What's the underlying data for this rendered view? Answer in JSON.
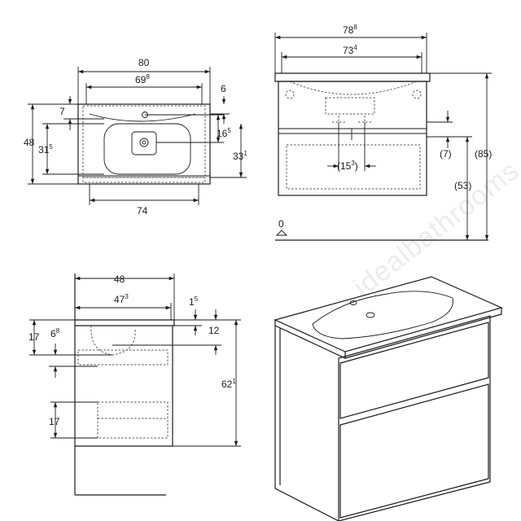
{
  "watermark": "idealbathrooms.com",
  "top_view": {
    "width_total": {
      "main": "80",
      "sup": ""
    },
    "width_basin": {
      "main": "69",
      "sup": "8"
    },
    "width_bottom": {
      "main": "74",
      "sup": ""
    },
    "right_offset": {
      "main": "6",
      "sup": ""
    },
    "left_offset": {
      "main": "7",
      "sup": ""
    },
    "depth_total": {
      "main": "48",
      "sup": ""
    },
    "depth_basin": {
      "main": "31",
      "sup": "5"
    },
    "tap_hole": {
      "main": "16",
      "sup": "5"
    },
    "depth_right": {
      "main": "33",
      "sup": "1"
    }
  },
  "front_view": {
    "width_total": {
      "main": "78",
      "sup": "8"
    },
    "width_inner": {
      "main": "73",
      "sup": "4"
    },
    "trap_offset": {
      "main": "(15",
      "sup": "3",
      "tail": ")"
    },
    "drawer_gap": {
      "main": "(7)",
      "sup": ""
    },
    "drawer_height": {
      "main": "(53)",
      "sup": ""
    },
    "total_height": {
      "main": "(85)",
      "sup": ""
    },
    "floor_level": {
      "main": "0",
      "sup": ""
    }
  },
  "side_view": {
    "depth_total": {
      "main": "48",
      "sup": ""
    },
    "depth_inner": {
      "main": "47",
      "sup": "3"
    },
    "rim_thickness": {
      "main": "1",
      "sup": "5"
    },
    "top_drop": {
      "main": "12",
      "sup": ""
    },
    "basin_depth": {
      "main": "17",
      "sup": ""
    },
    "waste_depth": {
      "main": "6",
      "sup": "8"
    },
    "cabinet_height": {
      "main": "62",
      "sup": "1"
    },
    "drawer_depth": {
      "main": "17",
      "sup": ""
    }
  }
}
